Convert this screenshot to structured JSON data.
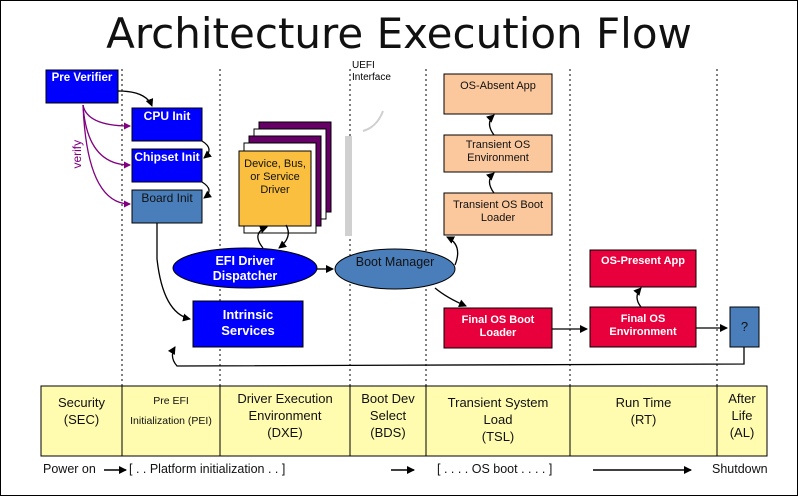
{
  "title": "Architecture Execution Flow",
  "verify_label": "verify",
  "uefi_label": "UEFI Interface",
  "boxes": {
    "pre_verifier": "Pre Verifier",
    "cpu_init": "CPU Init",
    "chipset_init": "Chipset Init",
    "board_init": "Board Init",
    "driver": "Device, Bus, or Service Driver",
    "dispatcher": "EFI Driver Dispatcher",
    "intrinsic": "Intrinsic Services",
    "boot_manager": "Boot Manager",
    "os_absent": "OS-Absent App",
    "transient_env": "Transient OS Environment",
    "transient_loader": "Transient OS Boot Loader",
    "final_loader": "Final OS Boot Loader",
    "os_present": "OS-Present App",
    "final_env": "Final OS Environment",
    "question": "?"
  },
  "phases": [
    {
      "name": "Security",
      "abbr": "(SEC)"
    },
    {
      "name": "Pre EFI Initialization (PEI)",
      "abbr": ""
    },
    {
      "name": "Driver Execution Environment",
      "abbr": "(DXE)"
    },
    {
      "name": "Boot Dev Select",
      "abbr": "(BDS)"
    },
    {
      "name": "Transient System Load",
      "abbr": "(TSL)"
    },
    {
      "name": "Run Time",
      "abbr": "(RT)"
    },
    {
      "name": "After Life",
      "abbr": "(AL)"
    }
  ],
  "bottom": {
    "power_on": "Power on",
    "platform_init": "[ . . Platform initialization . . ]",
    "os_boot": "[ . . . . OS boot . . . . ]",
    "shutdown": "Shutdown"
  },
  "colors": {
    "blue": "#0000ff",
    "steel": "#4a7ebb",
    "orange": "#fbbf3f",
    "purple": "#660066",
    "peach": "#fbc89e",
    "red": "#e8003c",
    "yellow": "#fffcb0",
    "verify_arrow": "#800080"
  }
}
